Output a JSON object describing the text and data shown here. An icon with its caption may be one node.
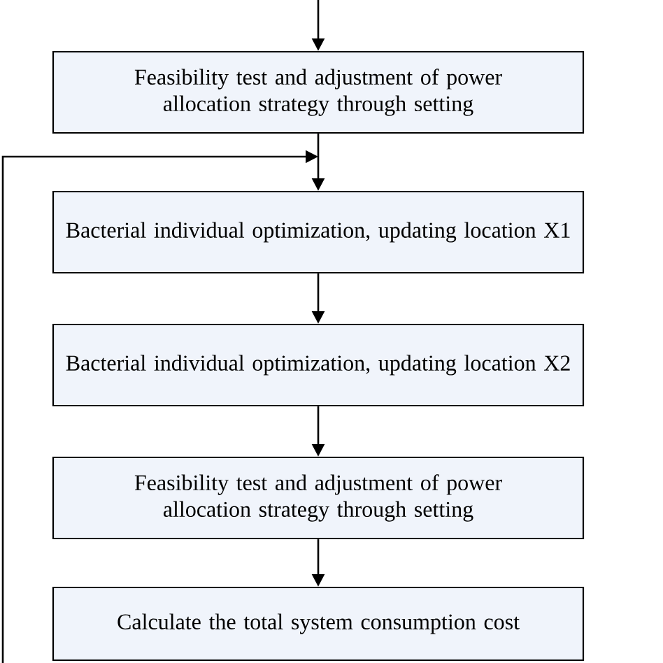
{
  "diagram": {
    "nodes": [
      {
        "text": [
          "Feasibility test and adjustment of power allocation strategy through setting"
        ]
      },
      {
        "text": [
          "Bacterial individual optimization, updating location X1"
        ]
      },
      {
        "text": [
          "Bacterial individual optimization, updating location X2"
        ]
      },
      {
        "text": [
          "Feasibility test and adjustment of power allocation strategy through setting"
        ]
      },
      {
        "text": [
          "Calculate the total system consumption cost"
        ]
      }
    ],
    "edges": [
      {
        "from": null,
        "to": 0,
        "arrow": "to"
      },
      {
        "from": 0,
        "to": 1,
        "arrow": "to"
      },
      {
        "from": null,
        "to": 1,
        "arrow": "to"
      },
      {
        "from": 1,
        "to": 2,
        "arrow": "to"
      },
      {
        "from": 2,
        "to": 3,
        "arrow": "to"
      },
      {
        "from": 3,
        "to": 4,
        "arrow": "to"
      }
    ]
  }
}
